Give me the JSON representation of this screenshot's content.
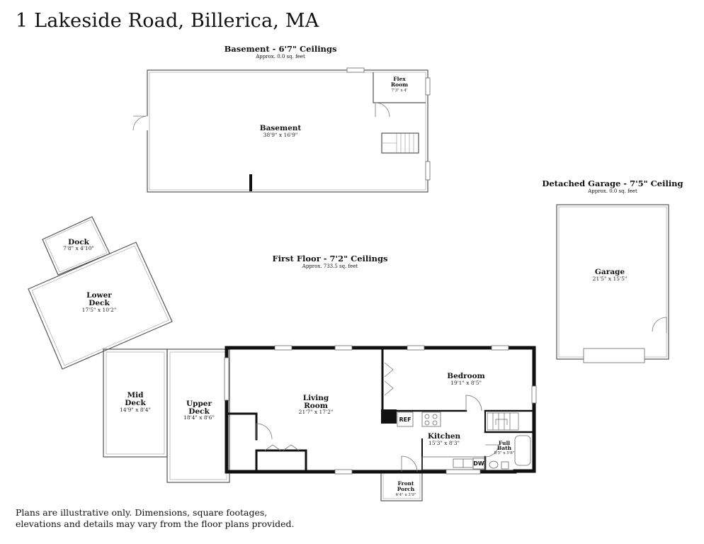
{
  "title": "1 Lakeside Road, Billerica, MA",
  "sections": {
    "basement": {
      "heading": "Basement - 6'7\" Ceilings",
      "sqft": "Approx. 0.0 sq. feet"
    },
    "first_floor": {
      "heading": "First Floor - 7'2\" Ceilings",
      "sqft": "Approx. 733.5 sq. feet"
    },
    "garage": {
      "heading": "Detached Garage - 7'5\" Ceiling",
      "sqft": "Approx. 0.0 sq. feet"
    }
  },
  "rooms": {
    "basement": {
      "name": "Basement",
      "dim": "38'9\" x 16'9\""
    },
    "flex_room": {
      "name1": "Flex",
      "name2": "Room",
      "dim": "7'3\" x 4'"
    },
    "garage": {
      "name": "Garage",
      "dim": "21'5\" x 15'5\""
    },
    "dock": {
      "name": "Dock",
      "dim": "7'8\" x 4'10\""
    },
    "lower_deck": {
      "name1": "Lower",
      "name2": "Deck",
      "dim": "17'5\" x 10'2\""
    },
    "mid_deck": {
      "name1": "Mid",
      "name2": "Deck",
      "dim": "14'9\" x 8'4\""
    },
    "upper_deck": {
      "name1": "Upper",
      "name2": "Deck",
      "dim": "18'4\" x 8'6\""
    },
    "living_room": {
      "name1": "Living",
      "name2": "Room",
      "dim": "21'7\" x 17'2\""
    },
    "bedroom": {
      "name": "Bedroom",
      "dim": "19'1\" x 8'5\""
    },
    "kitchen": {
      "name": "Kitchen",
      "dim": "15'3\" x 8'3\""
    },
    "full_bath": {
      "name1": "Full",
      "name2": "Bath",
      "dim": "8'5\" x 5'8\""
    },
    "front_porch": {
      "name1": "Front",
      "name2": "Porch",
      "dim": "6'4\" x 3'9\""
    }
  },
  "fixtures": {
    "ref": "REF",
    "dw": "DW"
  },
  "disclaimer": {
    "line1": "Plans are illustrative only. Dimensions, square footages,",
    "line2": "elevations and details may vary from the floor plans provided."
  }
}
